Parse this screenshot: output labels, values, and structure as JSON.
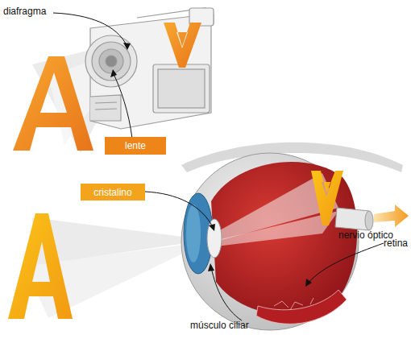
{
  "diagram": {
    "nodes": [
      {
        "text": [
          "lente"
        ]
      },
      {
        "text": [
          "cristalino"
        ]
      }
    ],
    "labels": [
      "diafragma",
      "nervio óptico",
      "retina",
      "músculo ciliar"
    ]
  }
}
